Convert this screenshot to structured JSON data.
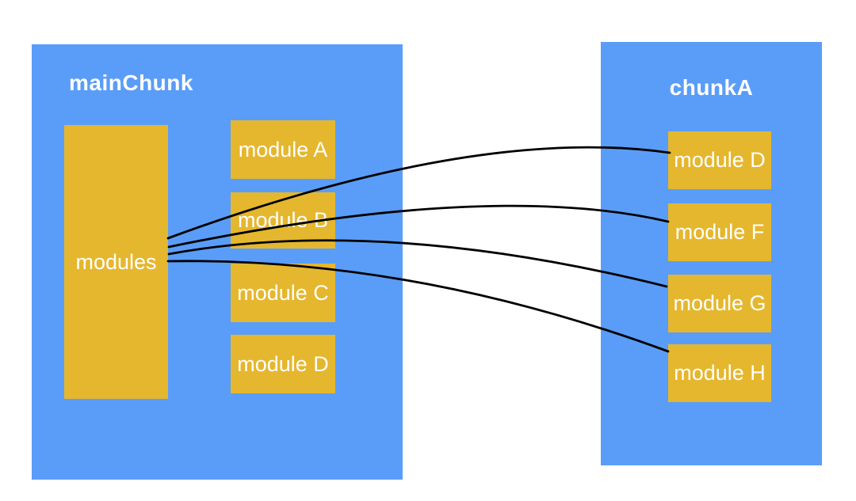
{
  "diagram": {
    "colors": {
      "chunk_fill": "#5A9DF8",
      "module_fill": "#E5B72E",
      "text": "#FFFFFF",
      "connector": "#000000",
      "background": "#FFFFFF"
    },
    "main_chunk": {
      "title": "mainChunk",
      "modules_box_label": "modules",
      "modules": [
        {
          "label": "module A"
        },
        {
          "label": "module B"
        },
        {
          "label": "module C"
        },
        {
          "label": "module D"
        }
      ]
    },
    "chunk_a": {
      "title": "chunkA",
      "modules": [
        {
          "label": "module D"
        },
        {
          "label": "module F"
        },
        {
          "label": "module G"
        },
        {
          "label": "module H"
        }
      ]
    },
    "connectors": [
      {
        "from": "modules",
        "to": "module D"
      },
      {
        "from": "modules",
        "to": "module F"
      },
      {
        "from": "modules",
        "to": "module G"
      },
      {
        "from": "modules",
        "to": "module H"
      }
    ]
  }
}
